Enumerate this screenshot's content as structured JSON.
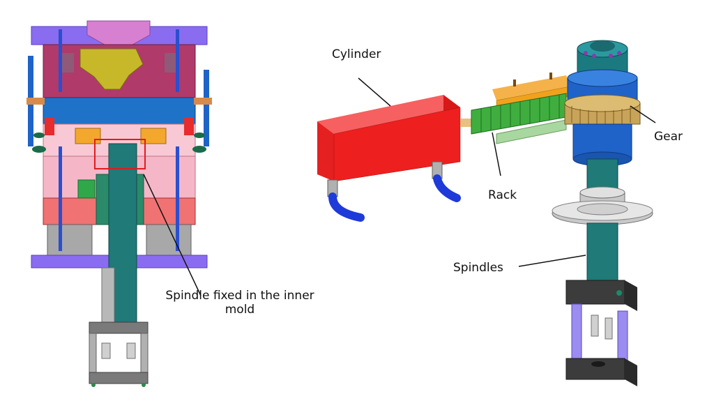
{
  "labels": {
    "spindle_fixed": "Spindle fixed in the inner",
    "spindle_fixed_2": "mold",
    "cylinder": "Cylinder",
    "gear": "Gear",
    "rack": "Rack",
    "spindles": "Spindles"
  },
  "colors": {
    "purple": "#8a6cf0",
    "violet": "#a98cf5",
    "maroon": "#b03a6a",
    "blue_plate": "#1e73c8",
    "pink": "#f5b7c8",
    "salmon": "#f07272",
    "teal": "#1f7a78",
    "gray": "#a0a0a0",
    "red_box": "#ee1f1f",
    "orange": "#f0a21c",
    "green": "#3fae3f",
    "gold": "#c8a45a",
    "navy_blue": "#1565c0",
    "dark_gray": "#3c3c3c",
    "lavender": "#9b8cf0"
  }
}
